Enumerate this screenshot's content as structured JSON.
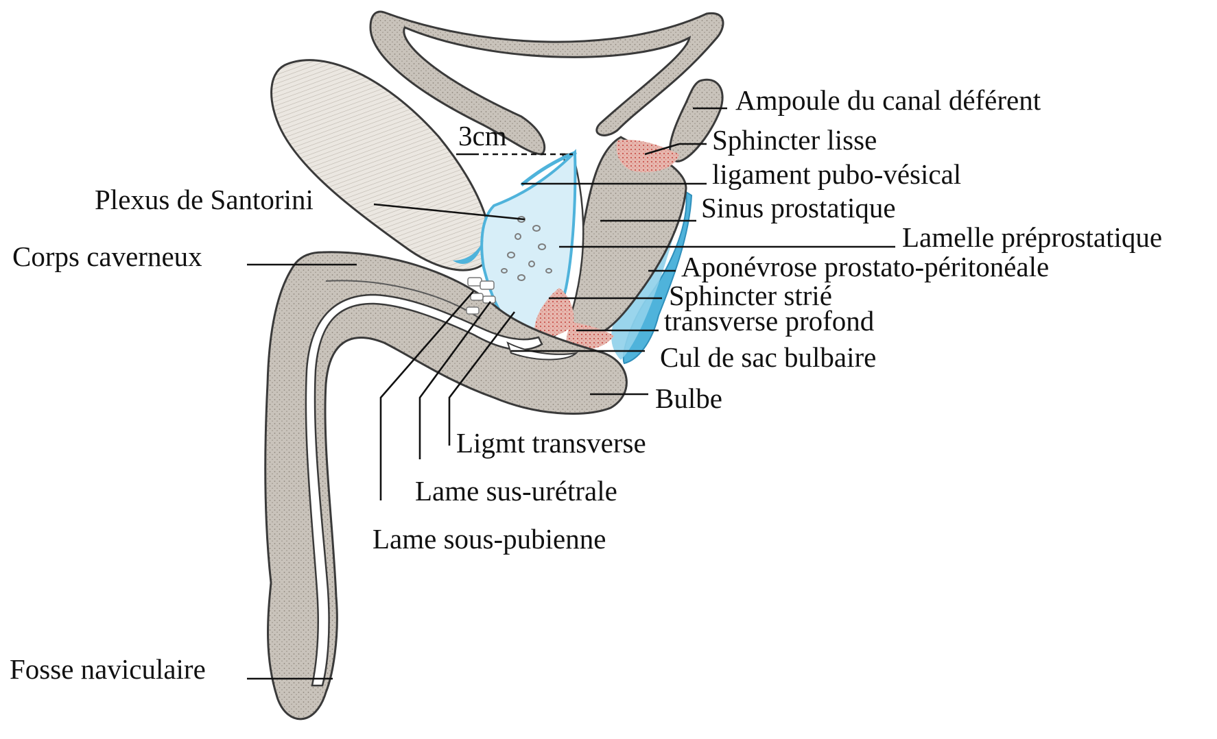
{
  "diagram": {
    "scale_label": "3cm",
    "labels": {
      "ampoule": "Ampoule du canal déférent",
      "sphincter_lisse": "Sphincter lisse",
      "ligament_pubo_vesical": "ligament pubo-vésical",
      "plexus_santorini": "Plexus de Santorini",
      "sinus_prostatique": "Sinus prostatique",
      "lamelle_preprostatique": "Lamelle préprostatique",
      "corps_caverneux": "Corps caverneux",
      "aponevrose": "Aponévrose prostato-péritonéale",
      "sphincter_strie": "Sphincter strié",
      "transverse_profond": "transverse profond",
      "cul_de_sac_bulbaire": "Cul de sac bulbaire",
      "bulbe": "Bulbe",
      "ligmt_transverse": "Ligmt transverse",
      "lame_sus_uretrale": "Lame sus-urétrale",
      "lame_sous_pubienne": "Lame sous-pubienne",
      "fosse_naviculaire": "Fosse naviculaire"
    },
    "colors": {
      "tissue": "#c9c3bb",
      "tissue_dark": "#a59d93",
      "symphysis": "#ebe7e1",
      "fascia_blue": "#4fb3db",
      "fascia_light": "#bfe3f2",
      "muscle_red": "#d98a86",
      "lines": "#111111"
    }
  }
}
